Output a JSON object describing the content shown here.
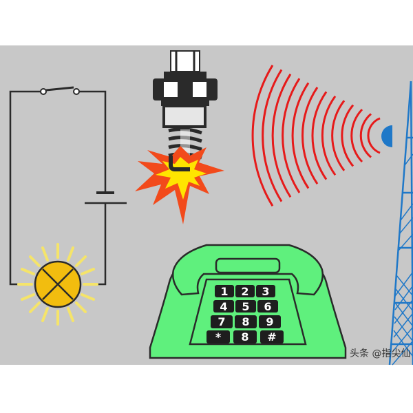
{
  "colors": {
    "panel_background": "#c8c8c8",
    "wire": "#2a2a2a",
    "bulb_fill": "#f2bd0f",
    "bulb_rays": "#f5e46a",
    "signal_waves": "#e61a1a",
    "tower": "#1f78c8",
    "telephone_body": "#5ff07d",
    "keypad_keys": "#1e1e1e",
    "spark_outer": "#f24a1b",
    "spark_inner": "#ffe400"
  },
  "illustrations": {
    "circuit": {
      "icons": [
        "switch-icon",
        "battery-icon",
        "lamp-icon"
      ]
    },
    "spark_plug": {
      "icons": [
        "spark-plug-icon",
        "spark-icon"
      ]
    },
    "radio_tower": {
      "icons": [
        "antenna-tower-icon",
        "signal-waves-icon"
      ]
    },
    "telephone": {
      "icon": "telephone-icon",
      "keypad": [
        "1",
        "2",
        "3",
        "4",
        "5",
        "6",
        "7",
        "8",
        "9",
        "*",
        "8",
        "#"
      ]
    }
  },
  "watermark": "头条 @指尖仙"
}
